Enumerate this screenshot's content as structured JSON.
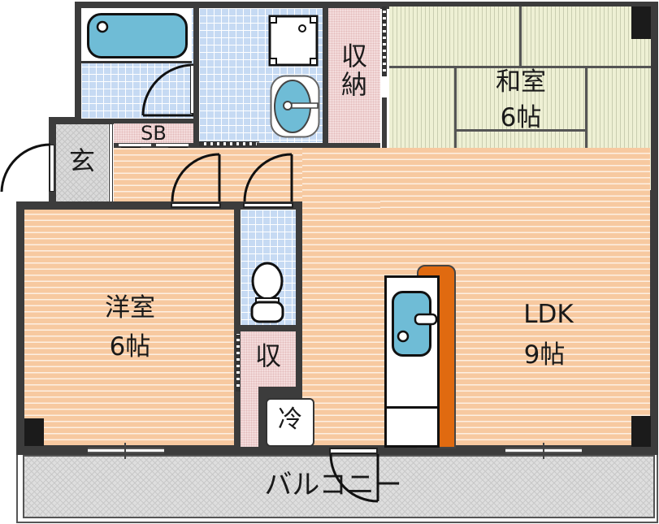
{
  "floorplan": {
    "rooms": {
      "western_room": {
        "name": "洋室",
        "size": "6帖"
      },
      "japanese_room": {
        "name": "和室",
        "size": "6帖"
      },
      "ldk": {
        "name": "LDK",
        "size": "9帖"
      },
      "storage_main": {
        "label": "収\n納"
      },
      "storage_small": {
        "label": "収"
      },
      "fridge": {
        "label": "冷"
      },
      "entrance": {
        "label": "玄"
      },
      "shoe_box": {
        "label": "SB"
      },
      "balcony": {
        "label": "バルコニー"
      }
    },
    "colors": {
      "wall": "#3c3c3c",
      "flooring": "#f7c9a0",
      "tile": "#c6daf3",
      "tatami": "#eef0d4",
      "storage": "#f3dcdc",
      "fixture_blue": "#6fbcd6",
      "counter_orange": "#e06a10"
    }
  }
}
